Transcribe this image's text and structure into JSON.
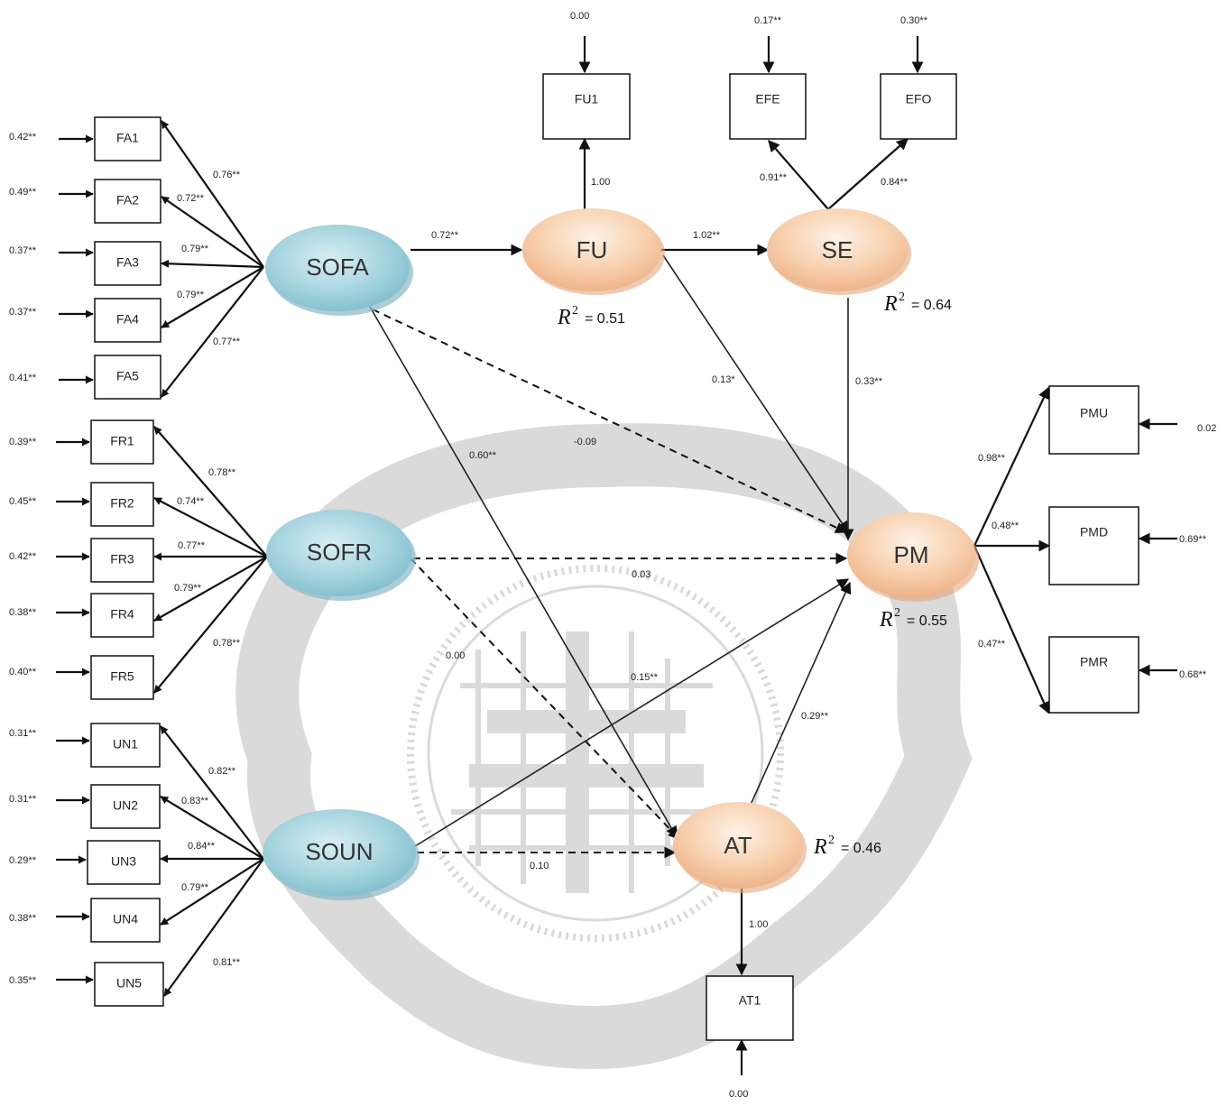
{
  "latent": {
    "SOFA": {
      "label": "SOFA"
    },
    "SOFR": {
      "label": "SOFR"
    },
    "SOUN": {
      "label": "SOUN"
    },
    "FU": {
      "label": "FU"
    },
    "SE": {
      "label": "SE"
    },
    "PM": {
      "label": "PM"
    },
    "AT": {
      "label": "AT"
    }
  },
  "indicators": {
    "FA1": {
      "label": "FA1",
      "loading": "0.76**",
      "error": "0.42**"
    },
    "FA2": {
      "label": "FA2",
      "loading": "0.72**",
      "error": "0.49**"
    },
    "FA3": {
      "label": "FA3",
      "loading": "0.79**",
      "error": "0.37**"
    },
    "FA4": {
      "label": "FA4",
      "loading": "0.79**",
      "error": "0.37**"
    },
    "FA5": {
      "label": "FA5",
      "loading": "0.77**",
      "error": "0.41**"
    },
    "FR1": {
      "label": "FR1",
      "loading": "0.78**",
      "error": "0.39**"
    },
    "FR2": {
      "label": "FR2",
      "loading": "0.74**",
      "error": "0.45**"
    },
    "FR3": {
      "label": "FR3",
      "loading": "0.77**",
      "error": "0.42**"
    },
    "FR4": {
      "label": "FR4",
      "loading": "0.79**",
      "error": "0.38**"
    },
    "FR5": {
      "label": "FR5",
      "loading": "0.78**",
      "error": "0.40**"
    },
    "UN1": {
      "label": "UN1",
      "loading": "0.82**",
      "error": "0.31**"
    },
    "UN2": {
      "label": "UN2",
      "loading": "0.83**",
      "error": "0.31**"
    },
    "UN3": {
      "label": "UN3",
      "loading": "0.84**",
      "error": "0.29**"
    },
    "UN4": {
      "label": "UN4",
      "loading": "0.79**",
      "error": "0.38**"
    },
    "UN5": {
      "label": "UN5",
      "loading": "0.81**",
      "error": "0.35**"
    },
    "FU1": {
      "label": "FU1",
      "loading": "1.00",
      "error": "0.00"
    },
    "EFE": {
      "label": "EFE",
      "loading": "0.91**",
      "error": "0.17**"
    },
    "EFO": {
      "label": "EFO",
      "loading": "0.84**",
      "error": "0.30**"
    },
    "PMU": {
      "label": "PMU",
      "loading": "0.98**",
      "error": "0.02"
    },
    "PMD": {
      "label": "PMD",
      "loading": "0.48**",
      "error": "0.69**"
    },
    "PMR": {
      "label": "PMR",
      "loading": "0.47**",
      "error": "0.68**"
    },
    "AT1": {
      "label": "AT1",
      "loading": "1.00",
      "error": "0.00"
    }
  },
  "paths": {
    "SOFA_FU": "0.72**",
    "FU_SE": "1.02**",
    "FU_PM": "0.13*",
    "SE_PM": "0.33**",
    "SOFA_PM": "-0.09",
    "SOFA_AT": "0.60**",
    "SOFR_PM": "0.03",
    "SOFR_AT": "0.00",
    "SOUN_PM": "0.15**",
    "SOUN_AT": "0.10",
    "AT_PM": "0.29**"
  },
  "r2": {
    "symbol": "R",
    "superscript": "2",
    "FU": "= 0.51",
    "SE": "= 0.64",
    "PM": "= 0.55",
    "AT": "= 0.46"
  },
  "colors": {
    "exogenous_fill": "#a9d6e1",
    "endogenous_fill": "#f5c9a5",
    "line": "#111111",
    "watermark": "#d6d6d6"
  }
}
